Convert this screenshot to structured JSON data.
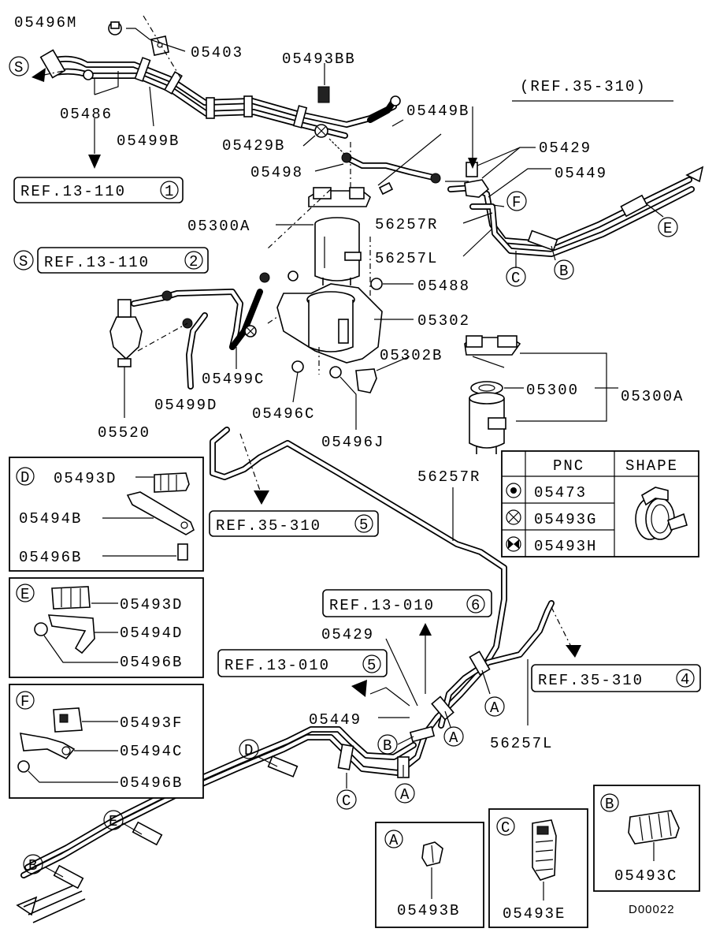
{
  "labels": {
    "p05496M": "05496M",
    "p05403": "05403",
    "p05493BB": "05493BB",
    "p05486": "05486",
    "p05499B": "05499B",
    "p05449B": "05449B",
    "p05429B": "05429B",
    "p05498": "05498",
    "p05300A_top": "05300A",
    "p56257R_top": "56257R",
    "p56257L_top": "56257L",
    "p05429_top": "05429",
    "p05449_top": "05449",
    "p05488": "05488",
    "p05302": "05302",
    "p05302B": "05302B",
    "p05300": "05300",
    "p05300A_right": "05300A",
    "p05499C": "05499C",
    "p05499D": "05499D",
    "p05496C": "05496C",
    "p05496J": "05496J",
    "p05520": "05520",
    "p56257R_mid": "56257R",
    "p56257L_bottom": "56257L",
    "p05429_bottom": "05429",
    "p05449_bottom": "05449",
    "diagram_code": "D00022"
  },
  "refs": {
    "ref_35_310_top": "(REF.35-310)",
    "ref_13_110_1": "REF.13-110",
    "ref_13_110_1_num": "1",
    "ref_13_110_2": "REF.13-110",
    "ref_13_110_2_num": "2",
    "ref_35_310_5": "REF.35-310",
    "ref_35_310_5_num": "5",
    "ref_13_010_6": "REF.13-010",
    "ref_13_010_6_num": "6",
    "ref_13_010_5": "REF.13-010",
    "ref_13_010_5_num": "5",
    "ref_35_310_4": "REF.35-310",
    "ref_35_310_4_num": "4"
  },
  "letters": {
    "S": "S",
    "A": "A",
    "B": "B",
    "C": "C",
    "D": "D",
    "E": "E",
    "F": "F"
  },
  "detail_boxes": {
    "D": {
      "letter": "D",
      "items": [
        "05493D",
        "05494B",
        "05496B"
      ]
    },
    "E": {
      "letter": "E",
      "items": [
        "05493D",
        "05494D",
        "05496B"
      ]
    },
    "F": {
      "letter": "F",
      "items": [
        "05493F",
        "05494C",
        "05496B"
      ]
    },
    "A": {
      "letter": "A",
      "item": "05493B"
    },
    "C": {
      "letter": "C",
      "item": "05493E"
    },
    "B": {
      "letter": "B",
      "item": "05493C"
    }
  },
  "legend_table": {
    "header_pnc": "PNC",
    "header_shape": "SHAPE",
    "rows": [
      {
        "symbol": "dot-in-circle",
        "pnc": "05473"
      },
      {
        "symbol": "x-in-circle",
        "pnc": "05493G"
      },
      {
        "symbol": "bowtie-in-circle",
        "pnc": "05493H"
      }
    ]
  }
}
